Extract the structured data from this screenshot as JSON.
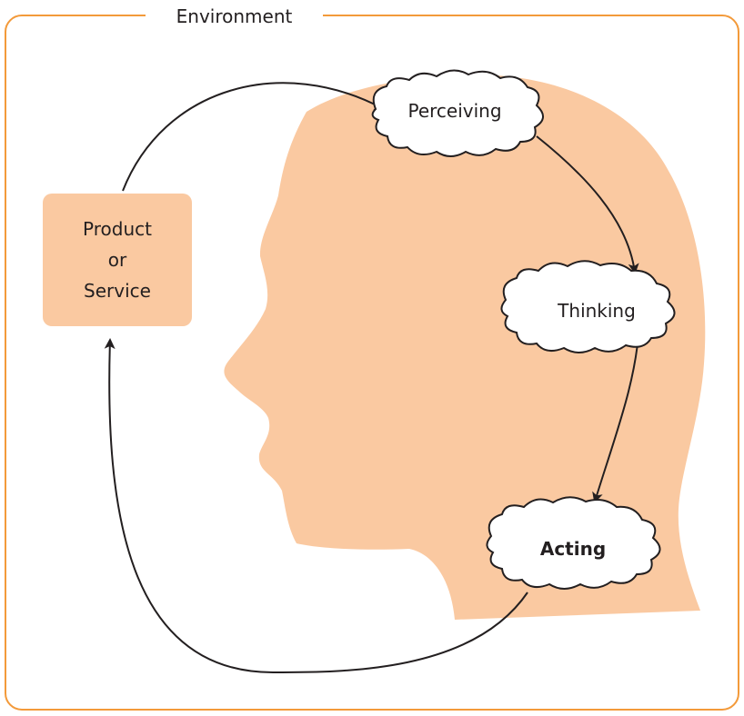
{
  "environment": {
    "label": "Environment"
  },
  "product": {
    "line1": "Product",
    "line2": "or",
    "line3": "Service"
  },
  "stages": {
    "perceiving": "Perceiving",
    "thinking": "Thinking",
    "acting": "Acting"
  },
  "colors": {
    "frame": "#f39a3a",
    "head": "#fac9a1",
    "product_box": "#fac9a1",
    "cloud_fill": "#ffffff",
    "line": "#231f20",
    "text": "#231f20"
  }
}
